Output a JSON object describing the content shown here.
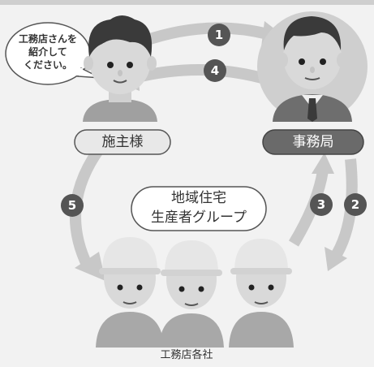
{
  "speech_bubble": {
    "line1": "工務店さんを",
    "line2": "紹介して",
    "line3": "ください。"
  },
  "owner": {
    "label": "施主様"
  },
  "office": {
    "label": "事務局"
  },
  "group": {
    "line1": "地域住宅",
    "line2": "生産者グループ"
  },
  "builders": {
    "label": "工務店各社"
  },
  "steps": [
    "1",
    "4",
    "5",
    "3",
    "2"
  ],
  "colors": {
    "arrow": "#c8c8c8",
    "badge": "#555555",
    "hair": "#3a3a3a",
    "skin": "#d9d9d9",
    "helmet": "#e6e6e6",
    "office_label_bg": "#6a6a6a"
  }
}
